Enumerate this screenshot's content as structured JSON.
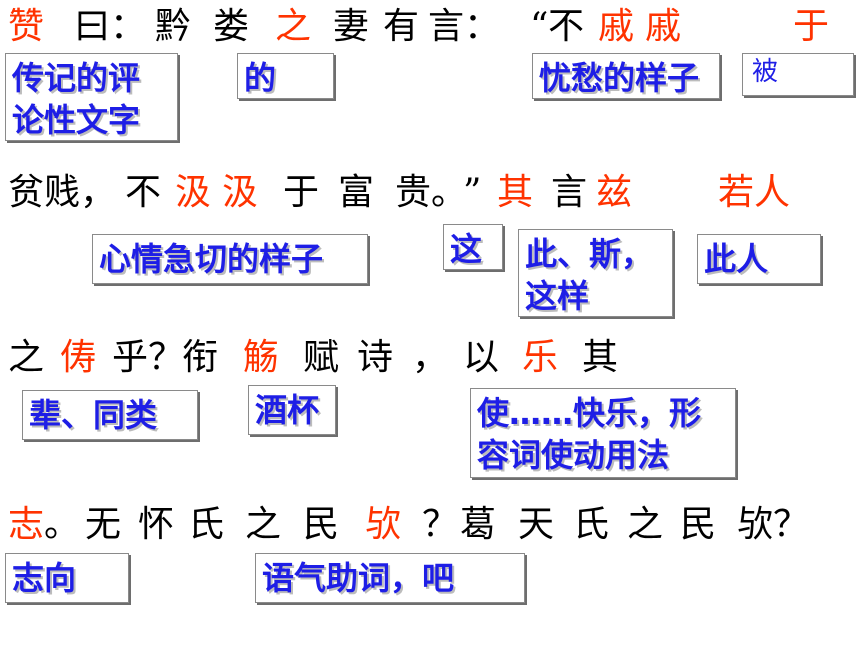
{
  "colors": {
    "passage_text": "#000000",
    "keyword": "#ff3300",
    "gloss_text": "#1e1ee6",
    "box_border": "#8a8a8a"
  },
  "passage": {
    "line1": [
      {
        "text": "赞",
        "highlighted": true
      },
      {
        "text": "曰："
      },
      {
        "text": "黔"
      },
      {
        "text": "娄"
      },
      {
        "text": "之",
        "highlighted": true
      },
      {
        "text": "妻"
      },
      {
        "text": "有"
      },
      {
        "text": "言："
      },
      {
        "text": "“"
      },
      {
        "text": "不"
      },
      {
        "text": "戚",
        "highlighted": true
      },
      {
        "text": "戚",
        "highlighted": true
      },
      {
        "text": "于",
        "highlighted": true
      }
    ],
    "line2": [
      {
        "text": "贫贱，"
      },
      {
        "text": "不"
      },
      {
        "text": "汲",
        "highlighted": true
      },
      {
        "text": "汲",
        "highlighted": true
      },
      {
        "text": "于"
      },
      {
        "text": "富"
      },
      {
        "text": "贵。"
      },
      {
        "text": "”"
      },
      {
        "text": "其",
        "highlighted": true
      },
      {
        "text": "言"
      },
      {
        "text": "兹",
        "highlighted": true
      },
      {
        "text": "若人",
        "highlighted": true
      }
    ],
    "line3": [
      {
        "text": "之"
      },
      {
        "text": "俦",
        "highlighted": true
      },
      {
        "text": "乎？"
      },
      {
        "text": "衔"
      },
      {
        "text": "觞",
        "highlighted": true
      },
      {
        "text": "赋"
      },
      {
        "text": "诗"
      },
      {
        "text": "，"
      },
      {
        "text": "以"
      },
      {
        "text": "乐",
        "highlighted": true
      },
      {
        "text": "其"
      }
    ],
    "line4": [
      {
        "text": "志",
        "highlighted": true
      },
      {
        "text": "。"
      },
      {
        "text": "无"
      },
      {
        "text": "怀"
      },
      {
        "text": "氏"
      },
      {
        "text": "之"
      },
      {
        "text": "民"
      },
      {
        "text": "欤",
        "highlighted": true
      },
      {
        "text": "？"
      },
      {
        "text": "葛"
      },
      {
        "text": "天"
      },
      {
        "text": "氏"
      },
      {
        "text": "之"
      },
      {
        "text": "民"
      },
      {
        "text": "欤？"
      }
    ]
  },
  "glosses": [
    {
      "lines": [
        "传记的评",
        "论性文字"
      ]
    },
    {
      "lines": [
        "的"
      ]
    },
    {
      "lines": [
        "忧愁的样子"
      ]
    },
    {
      "lines": [
        "被"
      ]
    },
    {
      "lines": [
        "心情急切的样子"
      ]
    },
    {
      "lines": [
        "这"
      ]
    },
    {
      "lines": [
        "此、斯，",
        "这样"
      ]
    },
    {
      "lines": [
        "此人"
      ]
    },
    {
      "lines": [
        "辈、同类"
      ]
    },
    {
      "lines": [
        "酒杯"
      ]
    },
    {
      "lines": [
        "使……快乐，形",
        "容词使动用法"
      ]
    },
    {
      "lines": [
        "志向"
      ]
    },
    {
      "lines": [
        "语气助词，吧"
      ]
    }
  ]
}
